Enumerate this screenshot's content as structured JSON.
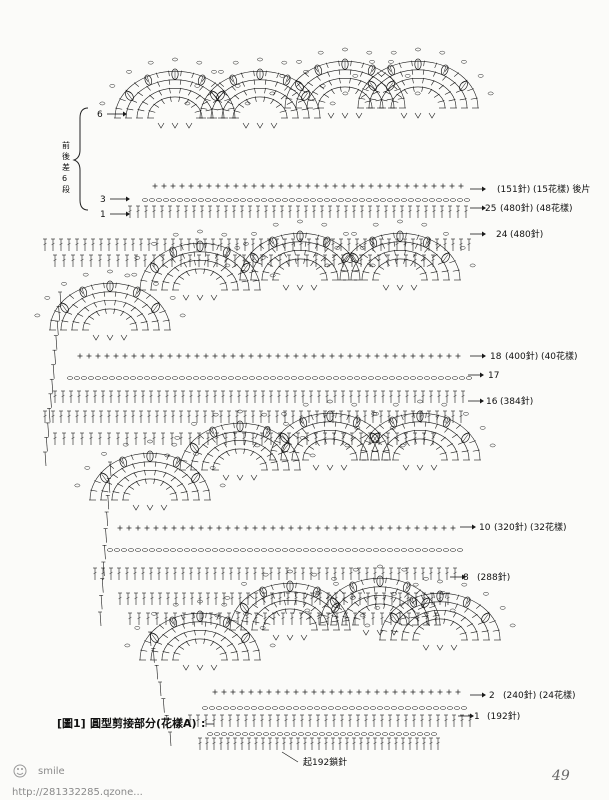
{
  "diagram": {
    "caption_bracket": "[圖1]",
    "caption_text": "圓型剪接部分(花樣A)",
    "caption_colon": ":",
    "start_note": "起192鎖針",
    "side_note": "前後差6段",
    "page_number": "49",
    "watermark_name": "smile",
    "watermark_url": "http://281332285.qzone..."
  },
  "row_labels": [
    {
      "row": "6",
      "side": "left"
    },
    {
      "row": "3",
      "side": "left"
    },
    {
      "row": "1",
      "side": "left"
    },
    {
      "row": "",
      "text": "(151針) (15花樣) 後片",
      "side": "right"
    },
    {
      "row": "25",
      "text": "(480針) (48花樣)",
      "side": "right"
    },
    {
      "row": "24",
      "text": "(480針)",
      "side": "right"
    },
    {
      "row": "18",
      "text": "(400針) (40花樣)",
      "side": "right"
    },
    {
      "row": "17",
      "text": "",
      "side": "right"
    },
    {
      "row": "16",
      "text": "(384針)",
      "side": "right"
    },
    {
      "row": "10",
      "text": "(320針) (32花樣)",
      "side": "right"
    },
    {
      "row": "8",
      "text": "(288針)",
      "side": "right"
    },
    {
      "row": "2",
      "text": "(240針) (24花樣)",
      "side": "right"
    },
    {
      "row": "1",
      "text": "(192針)",
      "side": "right"
    }
  ],
  "colors": {
    "ink": "#1a1a1a",
    "paper": "#fbfbf9",
    "watermark": "#8a8a8a"
  }
}
